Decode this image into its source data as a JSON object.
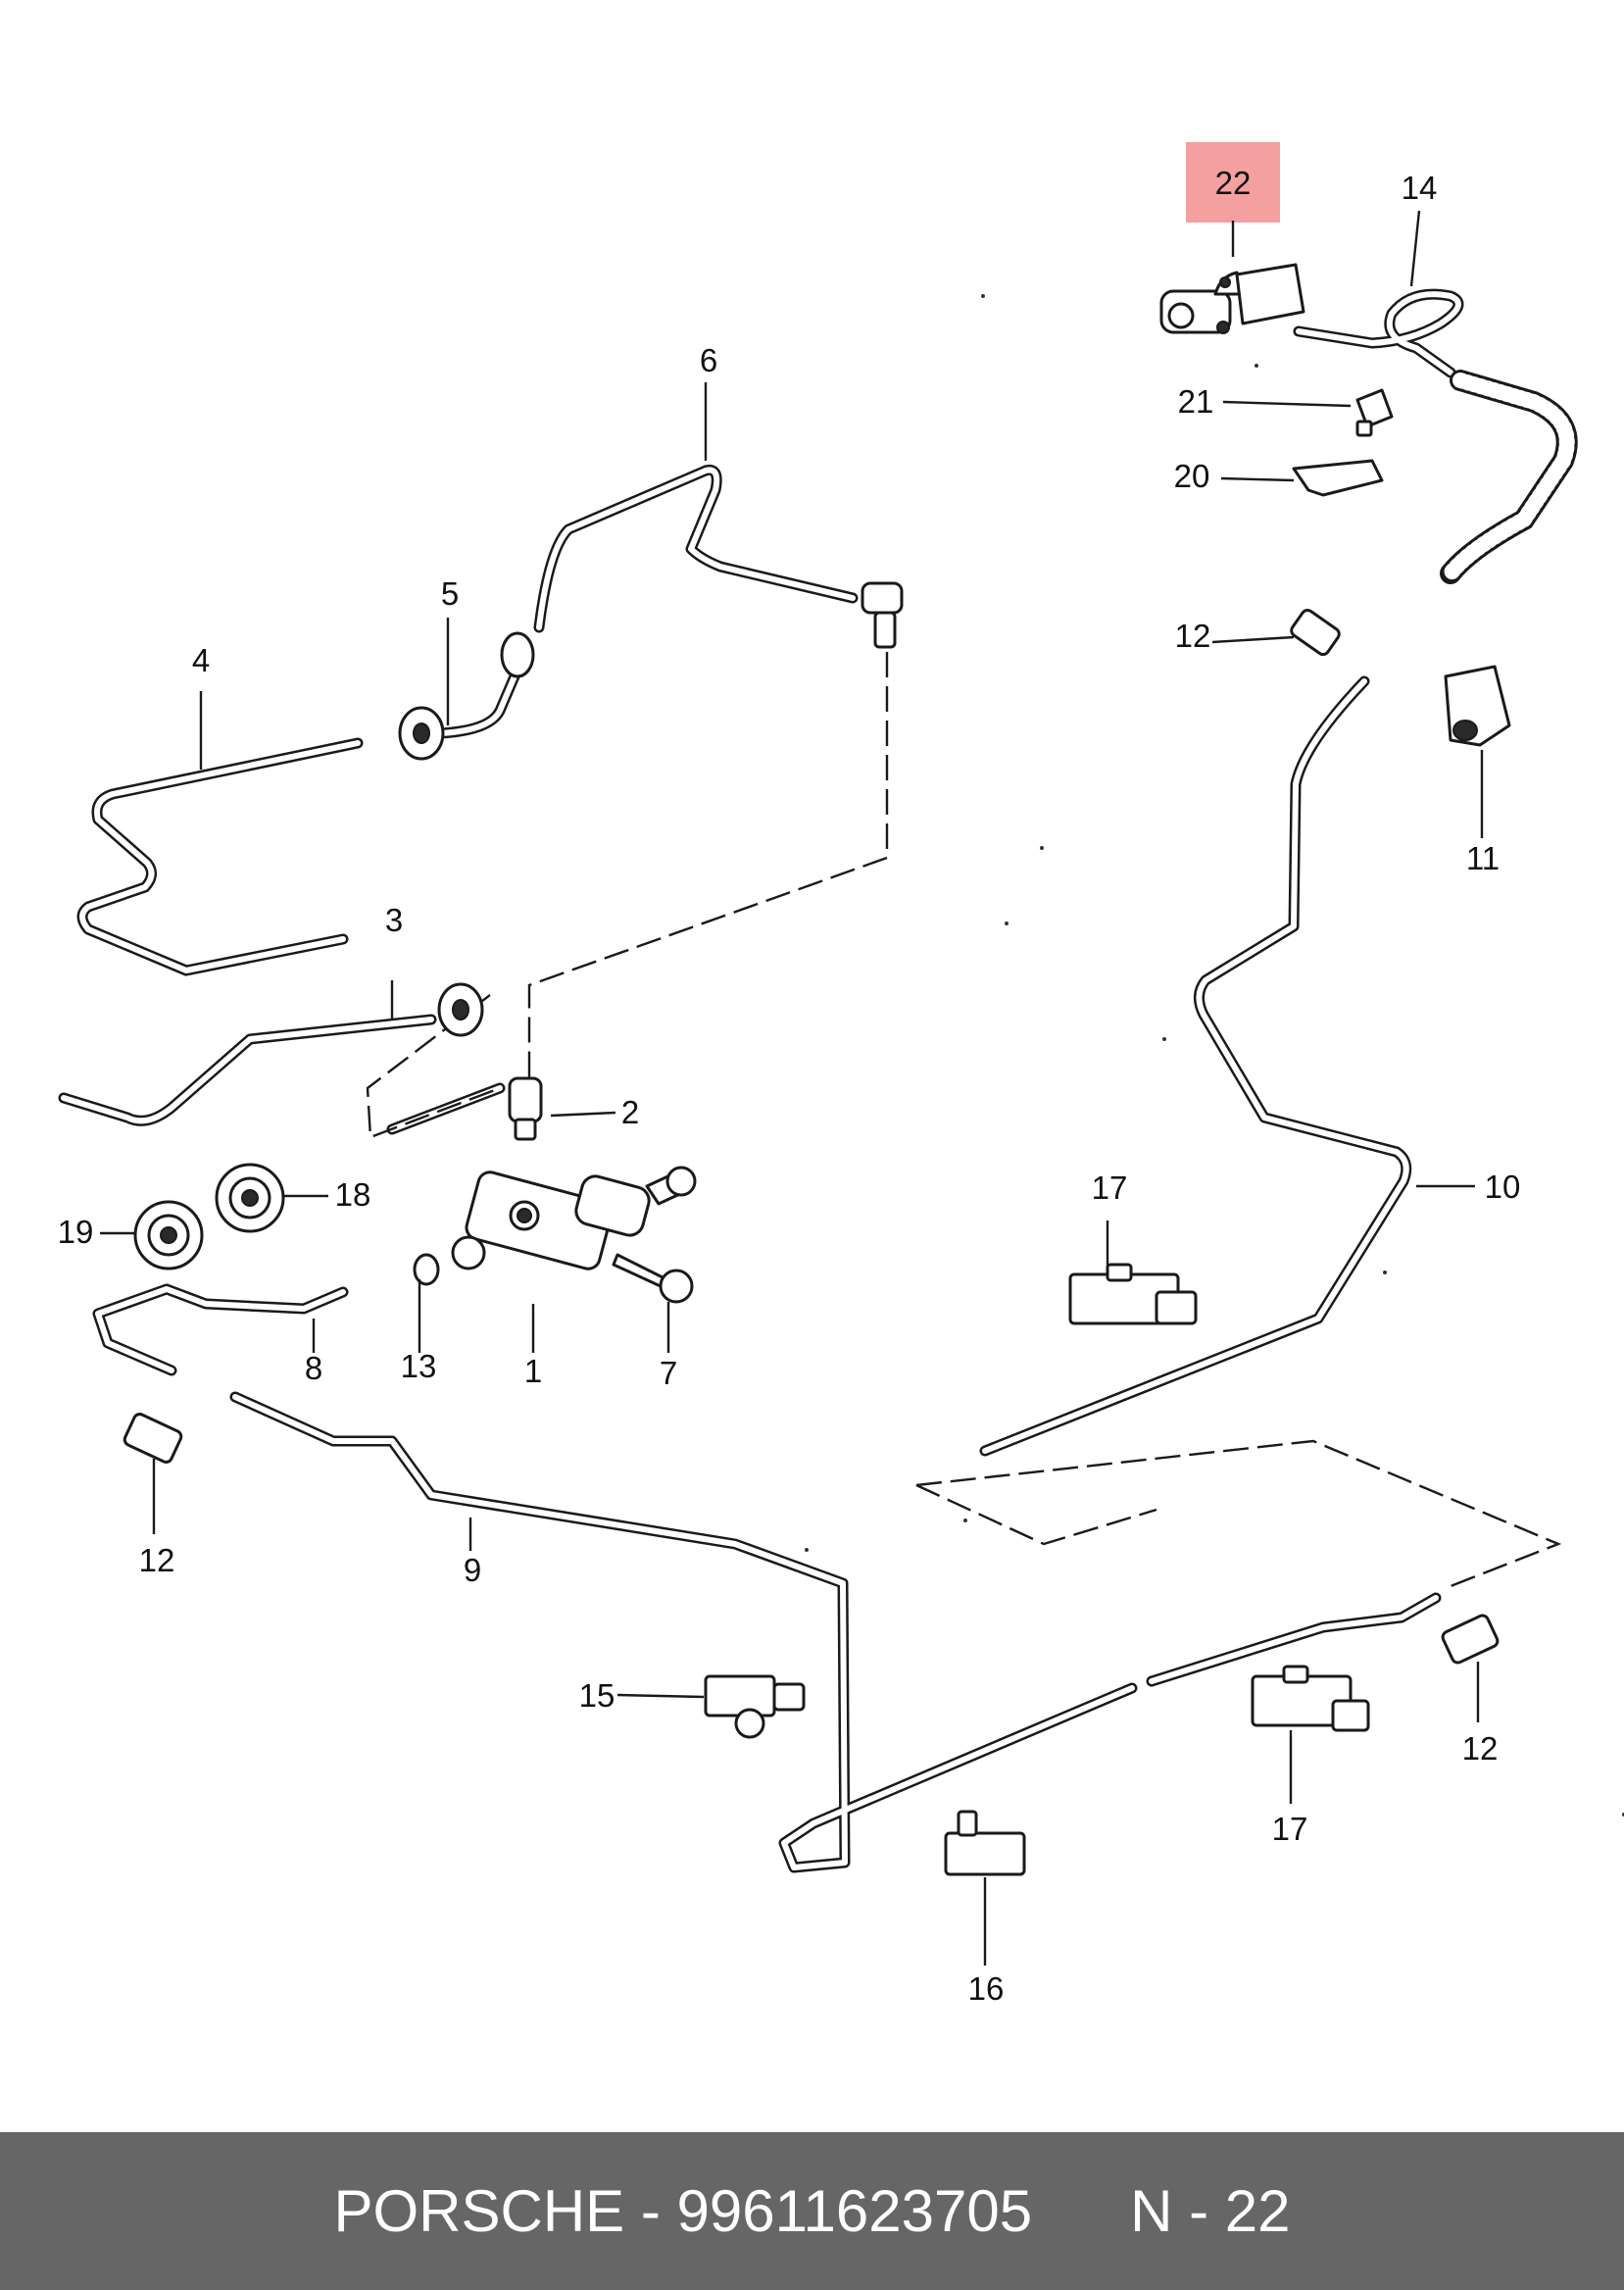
{
  "diagram": {
    "highlight_color": "#f4a0a0",
    "callouts": [
      {
        "id": "c1",
        "label": "1"
      },
      {
        "id": "c2",
        "label": "2"
      },
      {
        "id": "c3",
        "label": "3"
      },
      {
        "id": "c4",
        "label": "4"
      },
      {
        "id": "c5",
        "label": "5"
      },
      {
        "id": "c6",
        "label": "6"
      },
      {
        "id": "c7",
        "label": "7"
      },
      {
        "id": "c8",
        "label": "8"
      },
      {
        "id": "c9",
        "label": "9"
      },
      {
        "id": "c10",
        "label": "10"
      },
      {
        "id": "c11",
        "label": "11"
      },
      {
        "id": "c12a",
        "label": "12"
      },
      {
        "id": "c12b",
        "label": "12"
      },
      {
        "id": "c12c",
        "label": "12"
      },
      {
        "id": "c13",
        "label": "13"
      },
      {
        "id": "c14",
        "label": "14"
      },
      {
        "id": "c15",
        "label": "15"
      },
      {
        "id": "c16",
        "label": "16"
      },
      {
        "id": "c17a",
        "label": "17"
      },
      {
        "id": "c17b",
        "label": "17"
      },
      {
        "id": "c18",
        "label": "18"
      },
      {
        "id": "c19",
        "label": "19"
      },
      {
        "id": "c20",
        "label": "20"
      },
      {
        "id": "c21",
        "label": "21"
      },
      {
        "id": "c22",
        "label": "22",
        "highlighted": true
      }
    ]
  },
  "footer": {
    "brand": "PORSCHE",
    "separator": " - ",
    "part_number": "99611623705",
    "position_label": "N - 22",
    "background": "#666666",
    "text_color": "#ffffff"
  }
}
